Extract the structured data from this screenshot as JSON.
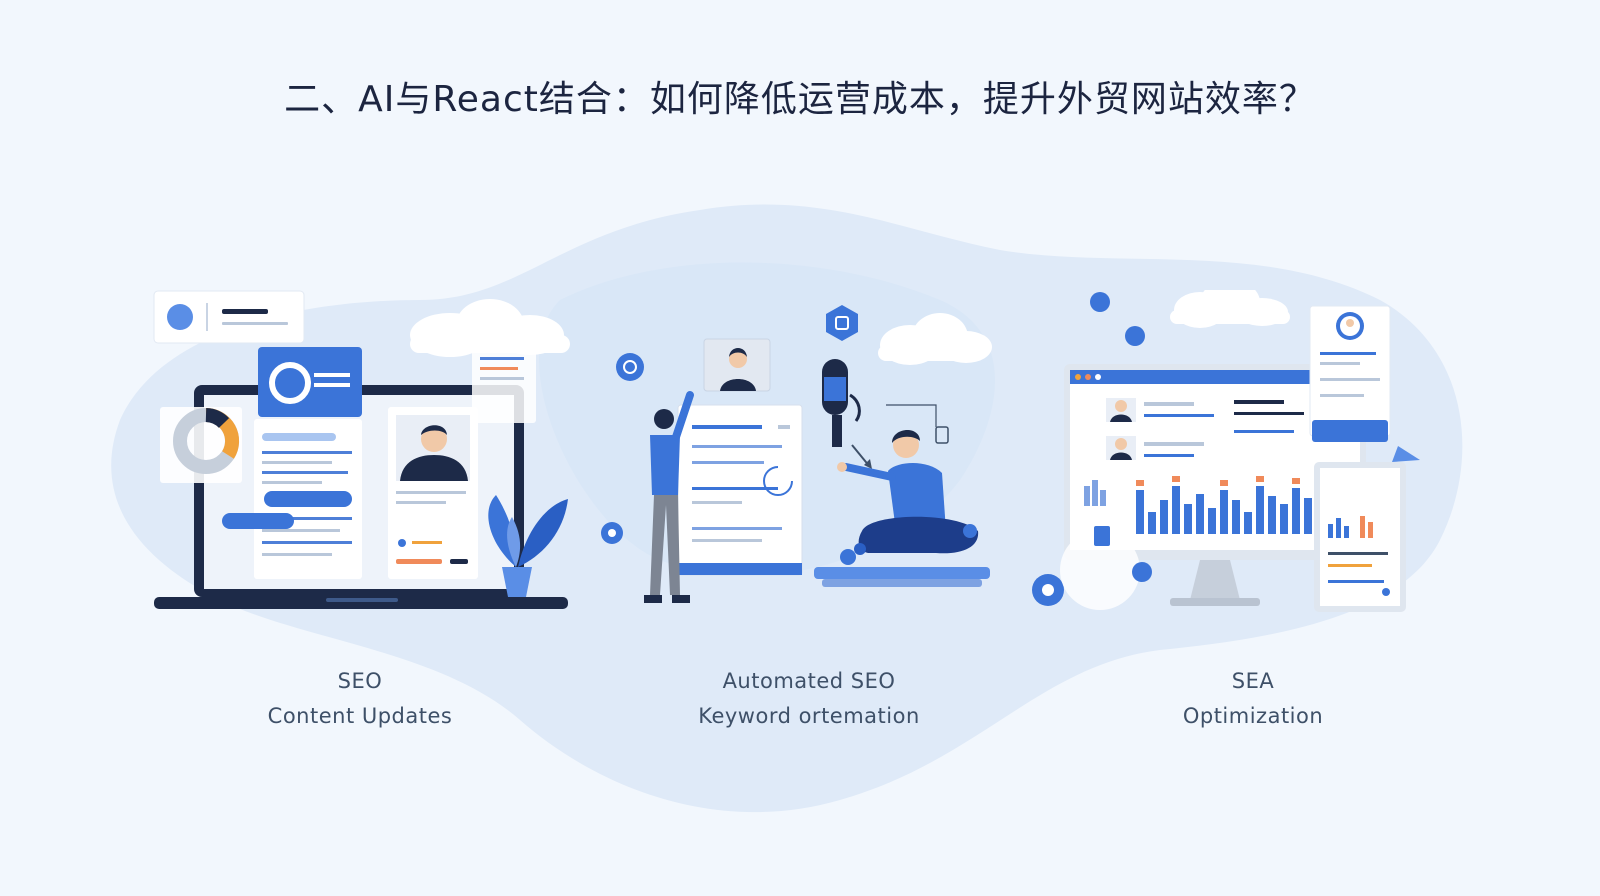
{
  "headline": "二、AI与React结合：如何降低运营成本，提升外贸网站效率？",
  "panels": [
    {
      "line1": "SEO",
      "line2": "Content Updates",
      "icon": "laptop-content-editor"
    },
    {
      "line1": "Automated SEO",
      "line2": "Keyword ortemation",
      "icon": "document-microphone-workers"
    },
    {
      "line1": "SEA",
      "line2": "Optimization",
      "icon": "analytics-monitor-dashboard"
    }
  ],
  "colors": {
    "background": "#f2f7fd",
    "blob": "#dce9f8",
    "headline": "#1c2540",
    "caption": "#3e5068",
    "primary_blue": "#3b74d8",
    "navy": "#1d2a48",
    "orange": "#f0a23c",
    "chart_orange": "#f08a5a"
  }
}
